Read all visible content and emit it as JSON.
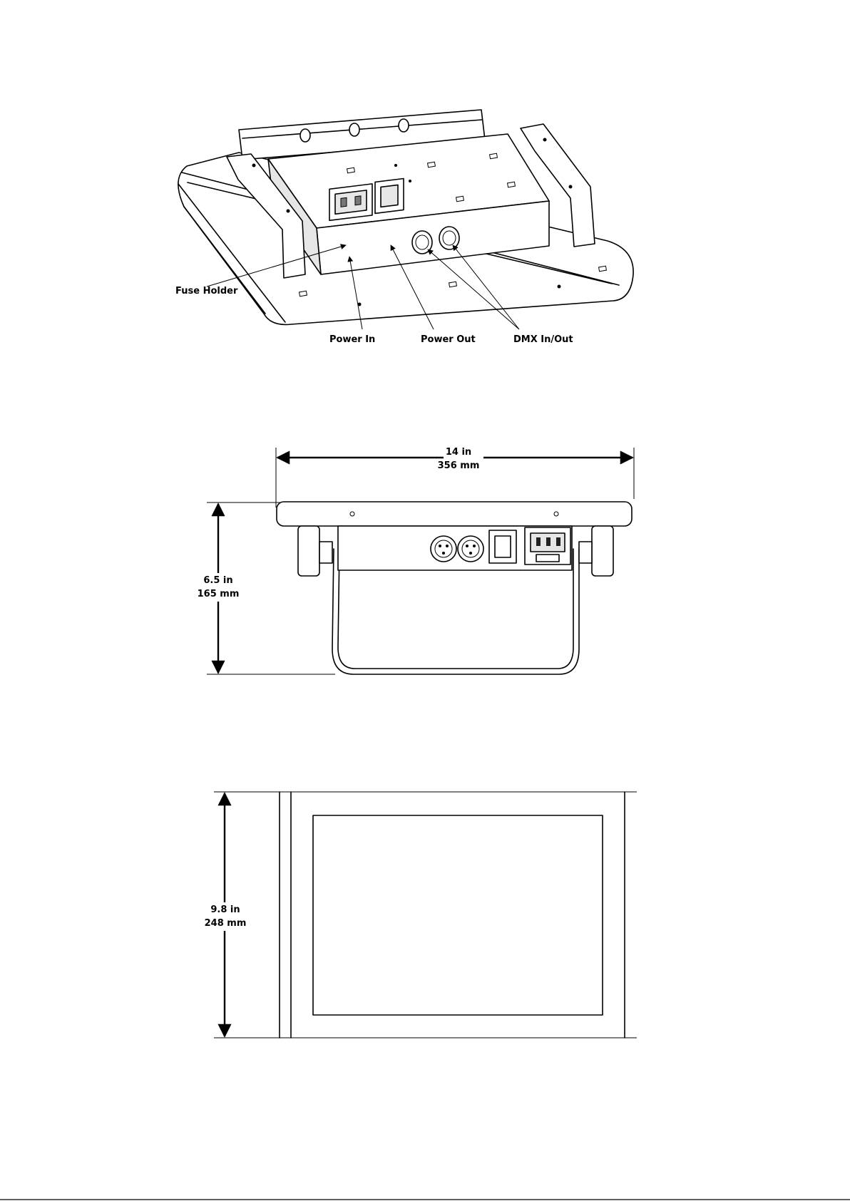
{
  "figure1": {
    "callouts": {
      "fuse_holder": "Fuse Holder",
      "power_in": "Power In",
      "power_out": "Power Out",
      "dmx_in_out": "DMX In/Out"
    }
  },
  "figure2": {
    "width_in": "14 in",
    "width_mm": "356 mm",
    "height_in": "6.5 in",
    "height_mm": "165 mm"
  },
  "figure3": {
    "depth_in": "9.8 in",
    "depth_mm": "248 mm"
  }
}
